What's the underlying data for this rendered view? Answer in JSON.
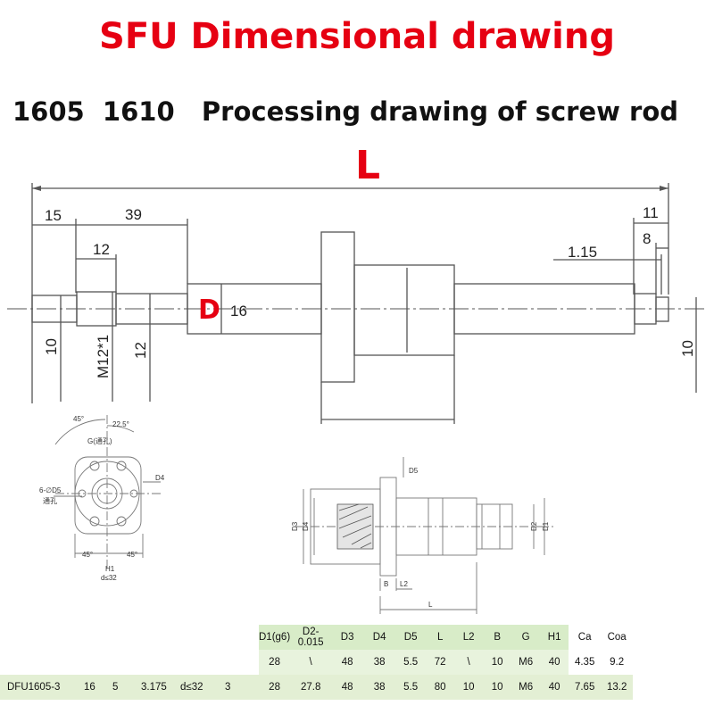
{
  "title": "SFU Dimensional drawing",
  "subtitle": "1605  1610   Processing drawing of screw rod",
  "shaft": {
    "L": "L",
    "D": "D",
    "dim_15": "15",
    "dim_39": "39",
    "dim_12_top": "12",
    "dim_11": "11",
    "dim_8": "8",
    "dim_1_15": "1.15",
    "dim_16": "16",
    "dim_10_left": "10",
    "dim_m12": "M12*1",
    "dim_12_vert": "12",
    "dim_10_right": "10"
  },
  "flange_view": {
    "angle_45_top": "45°",
    "angle_22_5": "22.5°",
    "g_label": "G(通孔)",
    "d5_label": "6-∅D5",
    "through_hole": "通孔",
    "d4_label": "D4",
    "angle_45_bl": "45°",
    "angle_45_br": "45°",
    "h1_label": "H1",
    "d_le_32": "d≤32"
  },
  "nut_view": {
    "d5": "D5",
    "d3": "D3",
    "d4": "D4",
    "d2": "D2",
    "d1": "D1",
    "b": "B",
    "l2": "L2",
    "l": "L"
  },
  "table": {
    "headers": [
      "D1(g6)",
      "D2-0.015",
      "D3",
      "D4",
      "D5",
      "L",
      "L2",
      "B",
      "G",
      "H1",
      "Ca",
      "Coa"
    ],
    "row_1": [
      "28",
      "\\",
      "48",
      "38",
      "5.5",
      "72",
      "\\",
      "10",
      "M6",
      "40",
      "4.35",
      "9.2"
    ],
    "row_2_prefix": [
      "DFU1605-3",
      "16",
      "5",
      "3.175",
      "d≤32",
      "3"
    ],
    "row_2": [
      "28",
      "27.8",
      "48",
      "38",
      "5.5",
      "80",
      "10",
      "10",
      "M6",
      "40",
      "7.65",
      "13.2"
    ]
  }
}
